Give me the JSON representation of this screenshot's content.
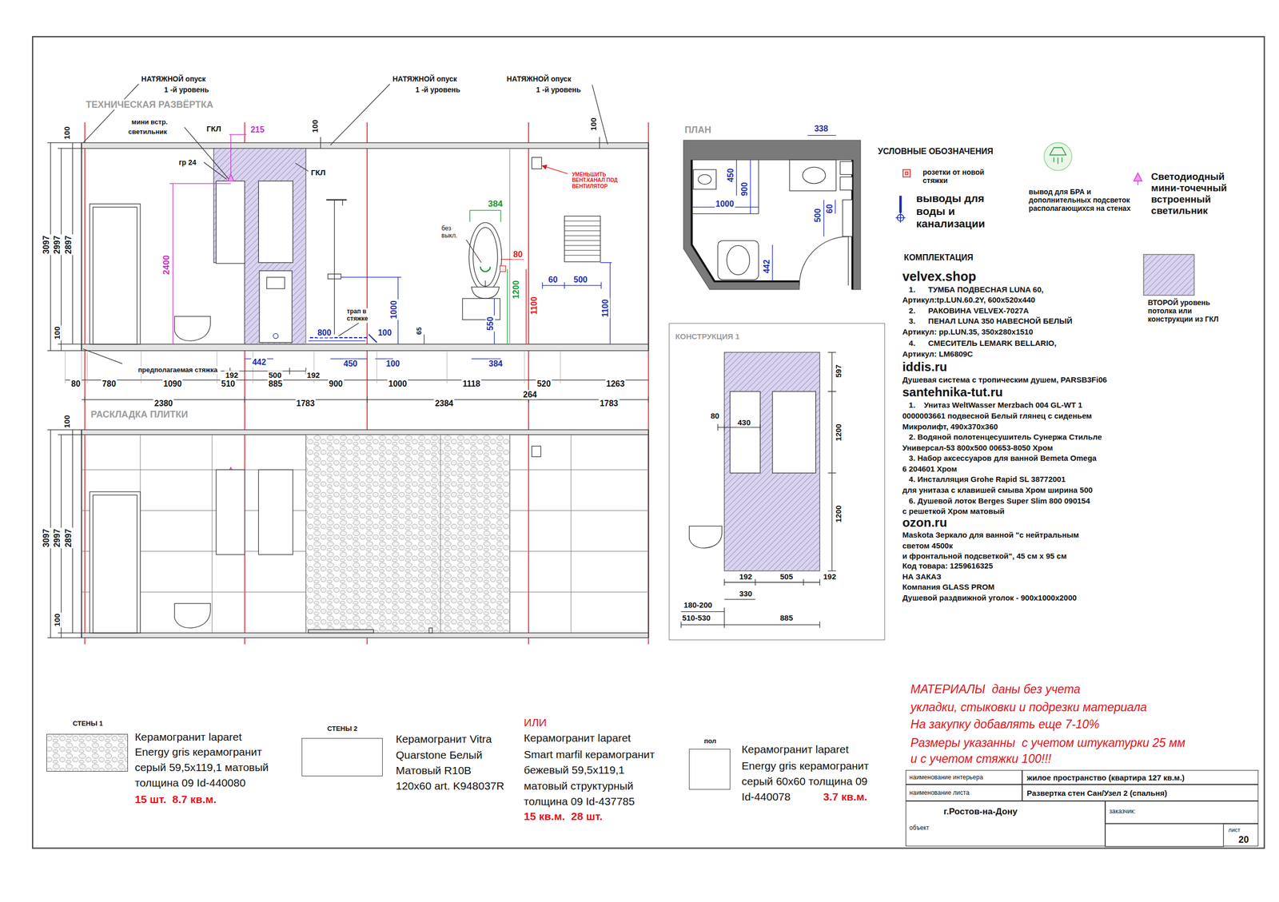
{
  "diagram": {
    "nodes": [
      {
        "text": [
          "КОНСТРУКЦИЯ 1"
        ]
      },
      {
        "text": [
          "СТЕНЫ 1"
        ]
      },
      {
        "text": [
          "СТЕНЫ 2"
        ]
      },
      {
        "text": [
          "пол"
        ]
      },
      {
        "text": [
          "наименование интерьера"
        ]
      },
      {
        "text": [
          "жилое пространство (квартира 127 кв.м.)"
        ]
      },
      {
        "text": [
          "наименование листа"
        ]
      },
      {
        "text": [
          "Развертка стен Сан/Узел 2 (спальня)"
        ]
      },
      {
        "text": [
          "объект",
          "г.Ростов-на-Дону"
        ]
      },
      {
        "text": [
          "заказчик:"
        ]
      },
      {
        "text": [
          "лист",
          "20"
        ]
      }
    ],
    "labels": [
      "ТЕХНИЧЕСКАЯ РАЗВЁРТКА",
      "НАТЯЖНОЙ опуск",
      "1 -й уровень",
      "НАТЯЖНОЙ опуск",
      "1 -й уровень",
      "НАТЯЖНОЙ опуск",
      "1 -й уровень",
      "мини встр.",
      "светильник",
      "ГКЛ",
      "215",
      "гр 24",
      "ГКЛ",
      "100",
      "3097",
      "2997",
      "2897",
      "100",
      "100",
      "100",
      "2400",
      "УМЕНЬШИТЬ ВЕНТ.КАНАЛ ПОД ВЕНТИЛЯТОР",
      "384",
      "без выкл.",
      "80",
      "60",
      "500",
      "1000",
      "1200",
      "1100",
      "1100",
      "550",
      "трап в стяжке",
      "800",
      "100",
      "65",
      "442",
      "450",
      "100",
      "384",
      "предполагаемая стяжка",
      "192",
      "500",
      "192",
      "80",
      "780",
      "1090",
      "510",
      "885",
      "900",
      "1000",
      "1118",
      "520",
      "1263",
      "264",
      "2380",
      "1783",
      "2384",
      "1783",
      "РАСКЛАДКА ПЛИТКИ",
      "100",
      "3097",
      "2997",
      "2897",
      "100",
      "ПЛАН",
      "338",
      "450",
      "900",
      "1000",
      "500",
      "60",
      "442",
      "УСЛОВНЫЕ ОБОЗНАЧЕНИЯ",
      "КОМПЛЕКТАЦИЯ",
      "velvex.shop",
      "1.      ТУМБА ПОДВЕСНАЯ LUNA 60,",
      "Артикул:tp.LUN.60.2Y, 600х520х440",
      "2.      РАКОВИНА VELVEX-7027A",
      "3.      ПЕНАЛ LUNA 350 НАВЕСНОЙ БЕЛЫЙ",
      "Артикул: pp.LUN.35, 350х280х1510",
      "4.      СМЕСИТЕЛЬ LEMARK BELLARIO,",
      "Артикул: LM6809C",
      "iddis.ru",
      "Душевая система с тропическим душем, PARSB3Fi06",
      "santehnika-tut.ru",
      "1.    Унитаз WeltWasser Merzbach 004 GL-WT 1",
      "0000003661 подвесной Белый глянец с сиденьем",
      "Микролифт, 490х370х360",
      "2. Водяной полотенцесушитель Сунержа Стильле",
      "Универсал-53 800х500 00653-8050 Хром",
      "3. Набор аксессуаров для ванной Bemeta Omega",
      "6 204601 Хром",
      "4. Инсталляция Grohe Rapid SL 38772001",
      "для унитаза с клавишей смыва Хром ширина 500",
      "6. Душевой лоток Berges Super Slim 800 090154",
      "с решеткой Хром матовый",
      "ozon.ru",
      "Maskota Зеркало для ванной \"с нейтральным",
      "светом 4500к",
      "и фронтальной подсветкой\", 45 см х 95 см",
      "Код товара: 1259616325",
      "НА ЗАКАЗ",
      "Компания GLASS PROM",
      "Душевой раздвижной уголок - 900х1000х2000",
      "597",
      "80",
      "430",
      "1200",
      "1200",
      "192",
      "505",
      "192",
      "330",
      "180-200",
      "510-530",
      "885",
      "Керамогранит laparet",
      "Energy gris керамогранит",
      "серый 59,5х119,1 матовый",
      "толщина 09 Id-440080",
      "15 шт.  8.7 кв.м.",
      "Керамогранит Vitra",
      "Quarstone Белый",
      "Матовый R10B",
      "120х60 art. K948037R",
      "ИЛИ",
      "Керамогранит laparet",
      "Smart marfil керамогранит",
      "бежевый 59,5х119,1",
      "матовый структурный",
      "толщина 09 Id-437785",
      "15 кв.м.  28 шт.",
      "Керамогранит laparet",
      "Energy gris керамогранит",
      "серый 60х60 толщина 09",
      "Id-440078",
      "3.7 кв.м.",
      "МАТЕРИАЛЫ  даны без учета",
      "укладки, стыковки и подрезки материала",
      "На закупку добавлять еще 7-10%",
      "Размеры указанны  с учетом штукатурки 25 мм",
      "и с учетом стяжки 100!!!"
    ],
    "legend": [
      {
        "text": "розетки от новой стяжки"
      },
      {
        "text": "выводы для воды и канализации"
      },
      {
        "text": "вывод для БРА и дополнительных подсветок располагающихся на стенах"
      },
      {
        "text": "Светодиодный мини-точечный встроенный светильник"
      },
      {
        "text": "ВТОРОЙ уровень потолка или конструкции из ГКЛ"
      }
    ]
  }
}
